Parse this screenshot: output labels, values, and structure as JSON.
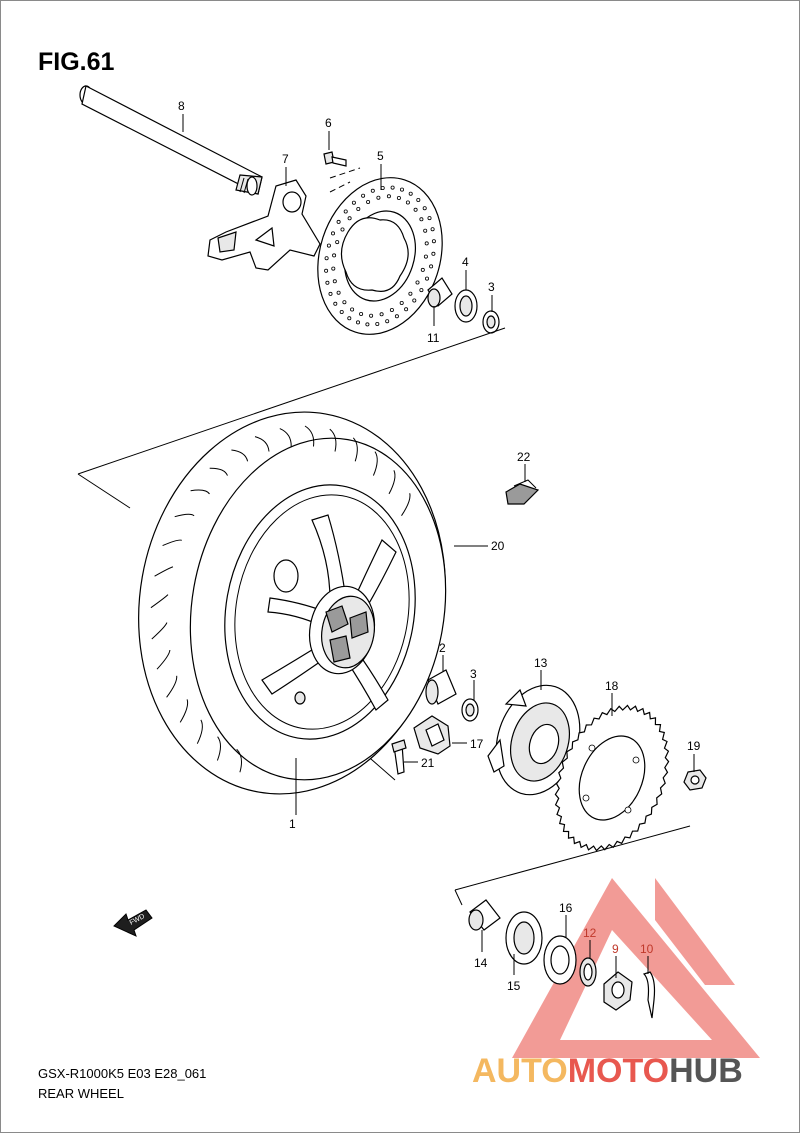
{
  "figure": {
    "title": "FIG.61",
    "model_code": "GSX-R1000K5  E03  E28_061",
    "section_name": "REAR WHEEL"
  },
  "parts": [
    {
      "number": "1"
    },
    {
      "number": "2"
    },
    {
      "number": "3"
    },
    {
      "number": "3"
    },
    {
      "number": "4"
    },
    {
      "number": "5"
    },
    {
      "number": "6"
    },
    {
      "number": "7"
    },
    {
      "number": "8"
    },
    {
      "number": "9"
    },
    {
      "number": "10"
    },
    {
      "number": "11"
    },
    {
      "number": "12"
    },
    {
      "number": "13"
    },
    {
      "number": "14"
    },
    {
      "number": "15"
    },
    {
      "number": "16"
    },
    {
      "number": "17"
    },
    {
      "number": "18"
    },
    {
      "number": "19"
    },
    {
      "number": "20"
    },
    {
      "number": "21"
    },
    {
      "number": "22"
    }
  ],
  "fwd_label": "FWD",
  "watermark": {
    "word_1": "AUTO",
    "word_2": "MOTO",
    "word_3": "HUB",
    "colors": {
      "auto": "#f4b860",
      "moto": "#e8584f",
      "hub": "#555555",
      "triangle": "#f08a84"
    }
  }
}
